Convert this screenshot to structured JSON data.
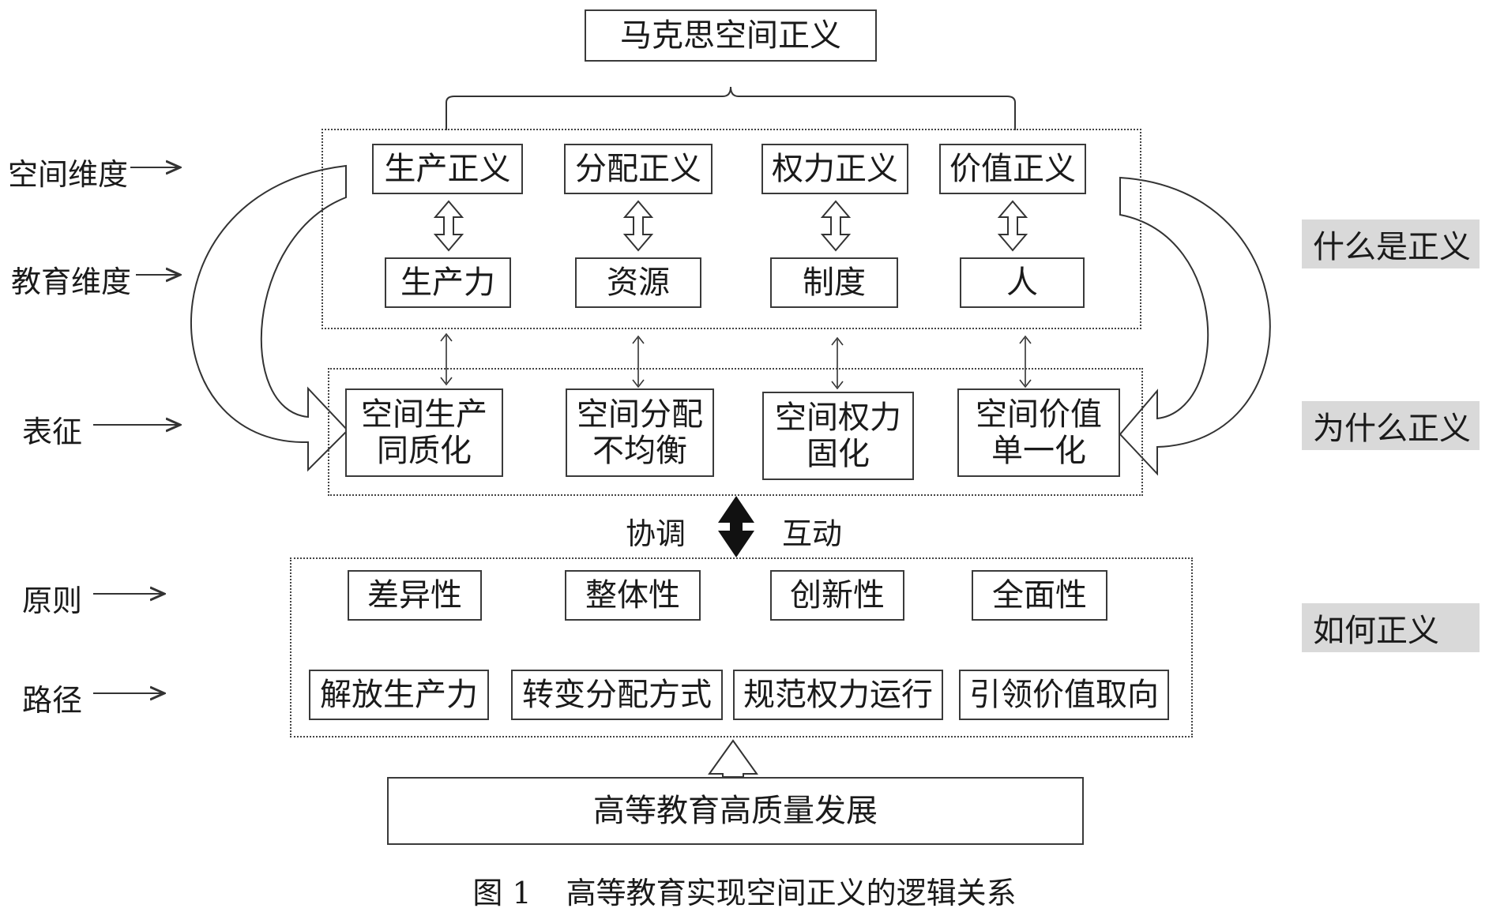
{
  "title": "马克思空间正义",
  "left_labels": {
    "space_dim": "空间维度",
    "edu_dim": "教育维度",
    "repr": "表征",
    "principle": "原则",
    "path": "路径"
  },
  "right_labels": {
    "what": "什么是正义",
    "why": "为什么正义",
    "how": "如何正义"
  },
  "justice_row": [
    "生产正义",
    "分配正义",
    "权力正义",
    "价值正义"
  ],
  "edu_row": [
    "生产力",
    "资源",
    "制度",
    "人"
  ],
  "repr_row": [
    "空间生产\n同质化",
    "空间分配\n不均衡",
    "空间权力\n固化",
    "空间价值\n单一化"
  ],
  "mid_labels": {
    "left": "协调",
    "right": "互动"
  },
  "principle_row": [
    "差异性",
    "整体性",
    "创新性",
    "全面性"
  ],
  "path_row": [
    "解放生产力",
    "转变分配方式",
    "规范权力运行",
    "引领价值取向"
  ],
  "bottom": "高等教育高质量发展",
  "caption": {
    "fig": "图 1",
    "text": "高等教育实现空间正义的逻辑关系"
  }
}
